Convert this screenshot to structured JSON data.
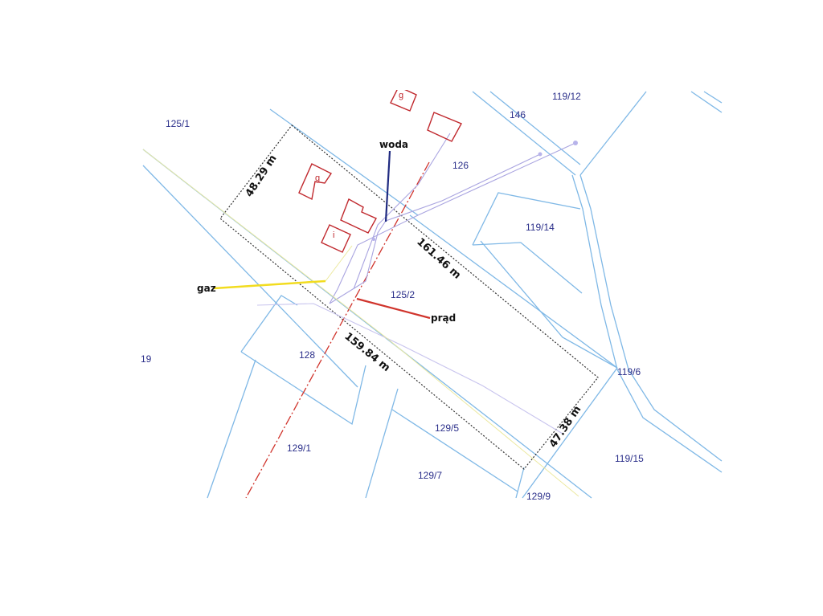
{
  "map": {
    "parcel_labels": {
      "p125_1": "125/1",
      "p119_12": "119/12",
      "p146": "146",
      "p126": "126",
      "p119_14": "119/14",
      "p125_2": "125/2",
      "p19": "19",
      "p128": "128",
      "p119_6": "119/6",
      "p129_5": "129/5",
      "p129_1": "129/1",
      "p119_15": "119/15",
      "p129_7": "129/7",
      "p129_9": "129/9"
    },
    "dimensions": {
      "north_west": "48.29 m",
      "north_east": "161.46 m",
      "south_west": "159.84 m",
      "south_east": "47.38 m"
    },
    "utilities": {
      "water": "woda",
      "gas": "gaz",
      "power": "prąd"
    },
    "buildings": {
      "garage_top": "g",
      "garage_plot": "g",
      "inner": "i"
    },
    "colors": {
      "parcel_line": "#7fb8e6",
      "plot_boundary": "#333333",
      "building": "#c0282d",
      "water_line": "#1f2a80",
      "gas_line": "#f2dc1f",
      "power_line": "#c0282d",
      "label_text": "#2b2f8a"
    }
  }
}
